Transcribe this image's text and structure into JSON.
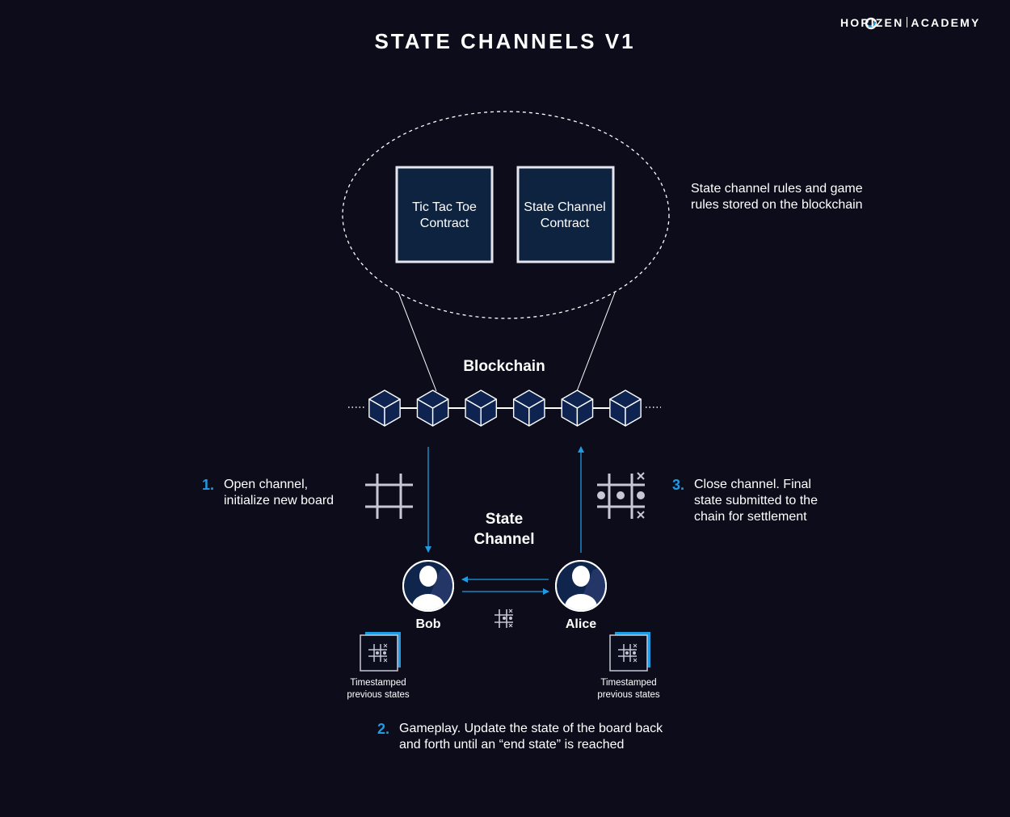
{
  "header": {
    "title": "STATE CHANNELS V1",
    "brand_left": "HORIZEN",
    "brand_right": "ACADEMY"
  },
  "contracts": [
    {
      "label_line1": "Tic Tac Toe",
      "label_line2": "Contract"
    },
    {
      "label_line1": "State Channel",
      "label_line2": "Contract"
    }
  ],
  "rules_note": {
    "line1": "State channel rules and game",
    "line2": "rules stored on the blockchain"
  },
  "blockchain": {
    "label": "Blockchain",
    "block_count": 6
  },
  "state_channel": {
    "line1": "State",
    "line2": "Channel"
  },
  "steps": [
    {
      "number": "1.",
      "line1": "Open channel,",
      "line2": "initialize new board"
    },
    {
      "number": "2.",
      "line1": "Gameplay. Update the state of the board back",
      "line2": "and forth until an “end state” is reached"
    },
    {
      "number": "3.",
      "line1": "Close channel. Final",
      "line2": "state submitted to the",
      "line3": "chain for settlement"
    }
  ],
  "participants": [
    {
      "name": "Bob"
    },
    {
      "name": "Alice"
    }
  ],
  "archives": [
    {
      "line1": "Timestamped",
      "line2": "previous states"
    },
    {
      "line1": "Timestamped",
      "line2": "previous states"
    }
  ],
  "colors": {
    "background": "#0c0c1b",
    "accent_blue": "#1e9be3",
    "box_fill": "#0d2340",
    "cube_fill": "#0f2350"
  },
  "icons": [
    "person-icon",
    "tic-tac-toe-grid-icon",
    "cube-icon",
    "arrow-icon"
  ]
}
